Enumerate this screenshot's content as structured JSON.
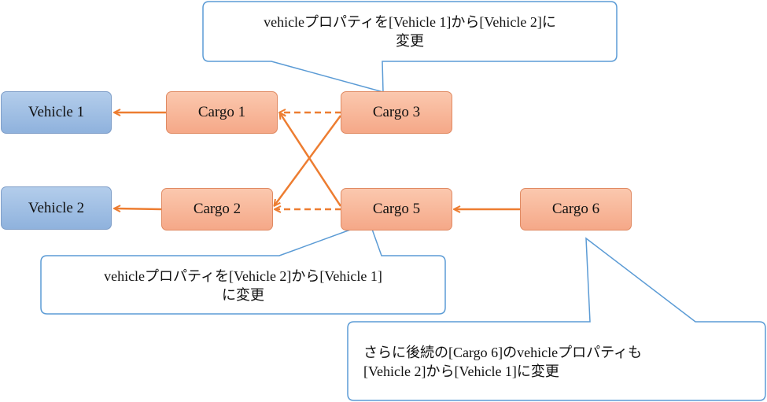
{
  "nodes": {
    "vehicle_1": "Vehicle 1",
    "vehicle_2": "Vehicle 2",
    "cargo_1": "Cargo 1",
    "cargo_2": "Cargo 2",
    "cargo_3": "Cargo 3",
    "cargo_5": "Cargo 5",
    "cargo_6": "Cargo 6"
  },
  "callouts": {
    "top": {
      "line1": "vehicleプロパティを[Vehicle 1]から[Vehicle 2]に",
      "line2": "変更"
    },
    "left": {
      "line1": "vehicleプロパティを[Vehicle 2]から[Vehicle 1]",
      "line2": "に変更"
    },
    "bottom": {
      "line1": "さらに後続の[Cargo 6]のvehicleプロパティも",
      "line2": "[Vehicle 2]から[Vehicle 1]に変更"
    }
  },
  "colors": {
    "arrow": "#ed7d31",
    "callout_border": "#5b9bd5",
    "vehicle_fill": "#9dbce3",
    "cargo_fill": "#f8b799"
  }
}
